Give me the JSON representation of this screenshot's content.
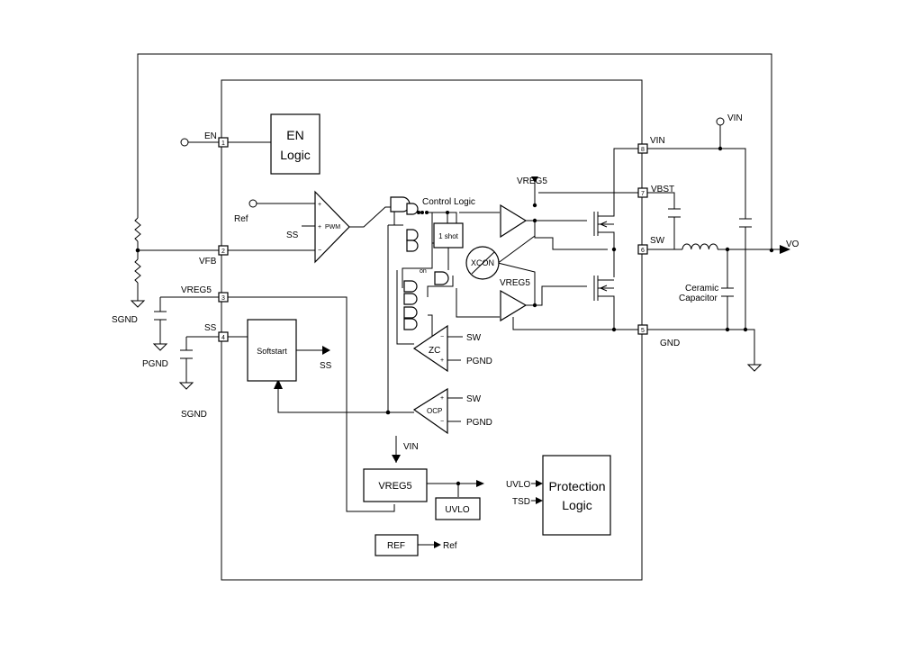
{
  "pins": {
    "en": {
      "name": "EN",
      "number": "1"
    },
    "vfb": {
      "name": "VFB",
      "number": "2"
    },
    "vreg5": {
      "name": "VREG5",
      "number": "3"
    },
    "ss": {
      "name": "SS",
      "number": "4"
    },
    "gnd": {
      "name": "GND",
      "number": "5"
    },
    "sw": {
      "name": "SW",
      "number": "6"
    },
    "vbst": {
      "name": "VBST",
      "number": "7"
    },
    "vin": {
      "name": "VIN",
      "number": "8"
    }
  },
  "blocks": {
    "en_logic": [
      "EN",
      "Logic"
    ],
    "control_logic": "Control Logic",
    "one_shot": "1 shot",
    "xcon": "XCON",
    "softstart": "Softstart",
    "vreg5": "VREG5",
    "uvlo": "UVLO",
    "ref": "REF",
    "protection_logic": [
      "Protection",
      "Logic"
    ]
  },
  "labels": {
    "ref_in": "Ref",
    "ss_in": "SS",
    "pwm": "PWM",
    "sgnd_top": "SGND",
    "pgnd": "PGND",
    "sgnd_bottom": "SGND",
    "ss_out": "SS",
    "on": "on",
    "vreg5_gate": "VREG5",
    "vreg5_gate2": "VREG5",
    "zc": "ZC",
    "zc_sw": "SW",
    "zc_pgnd": "PGND",
    "ocp": "OCP",
    "ocp_sw": "SW",
    "ocp_pgnd": "PGND",
    "vin_to_vreg": "VIN",
    "ref_out": "Ref",
    "uvlo_in": "UVLO",
    "tsd_in": "TSD",
    "vin_supply": "VIN",
    "vo": "VO",
    "ceramic": [
      "Ceramic",
      "Capacitor"
    ],
    "plus": "+",
    "minus": "−"
  }
}
